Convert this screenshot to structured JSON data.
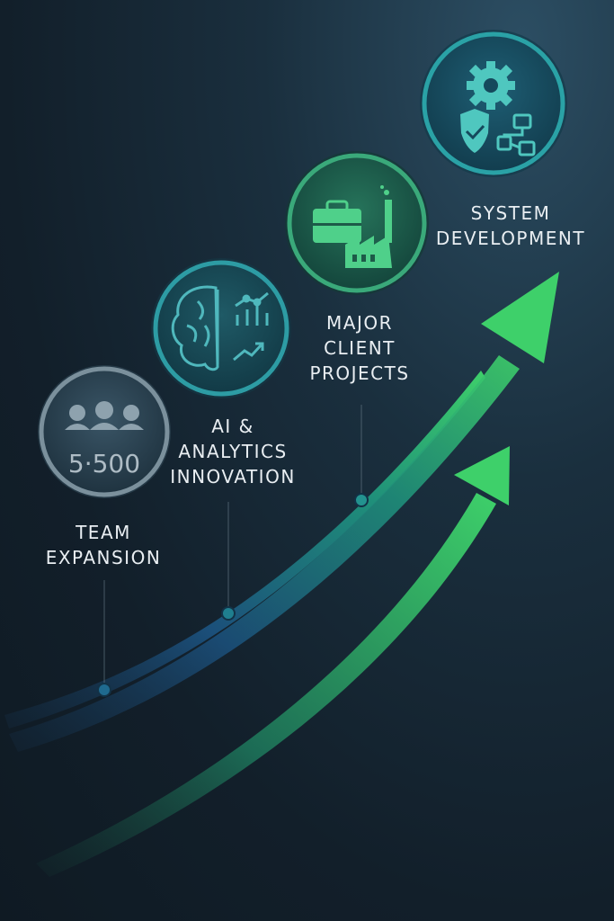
{
  "milestones": [
    {
      "line1": "TEAM",
      "line2": "EXPANSION",
      "badge_text": "5·500",
      "icon": "team-people-icon"
    },
    {
      "line1": "AI &",
      "line2": "ANALYTICS",
      "line3": "INNOVATION",
      "icon": "brain-analytics-icon"
    },
    {
      "line1": "MAJOR",
      "line2": "CLIENT",
      "line3": "PROJECTS",
      "icon": "briefcase-factory-icon"
    },
    {
      "line1": "SYSTEM",
      "line2": "DEVELOPMENT",
      "icon": "gear-shield-network-icon"
    }
  ],
  "colors": {
    "accent_green": "#3ec46d",
    "accent_blue": "#1d5d8a",
    "teal": "#2b9aa3"
  }
}
